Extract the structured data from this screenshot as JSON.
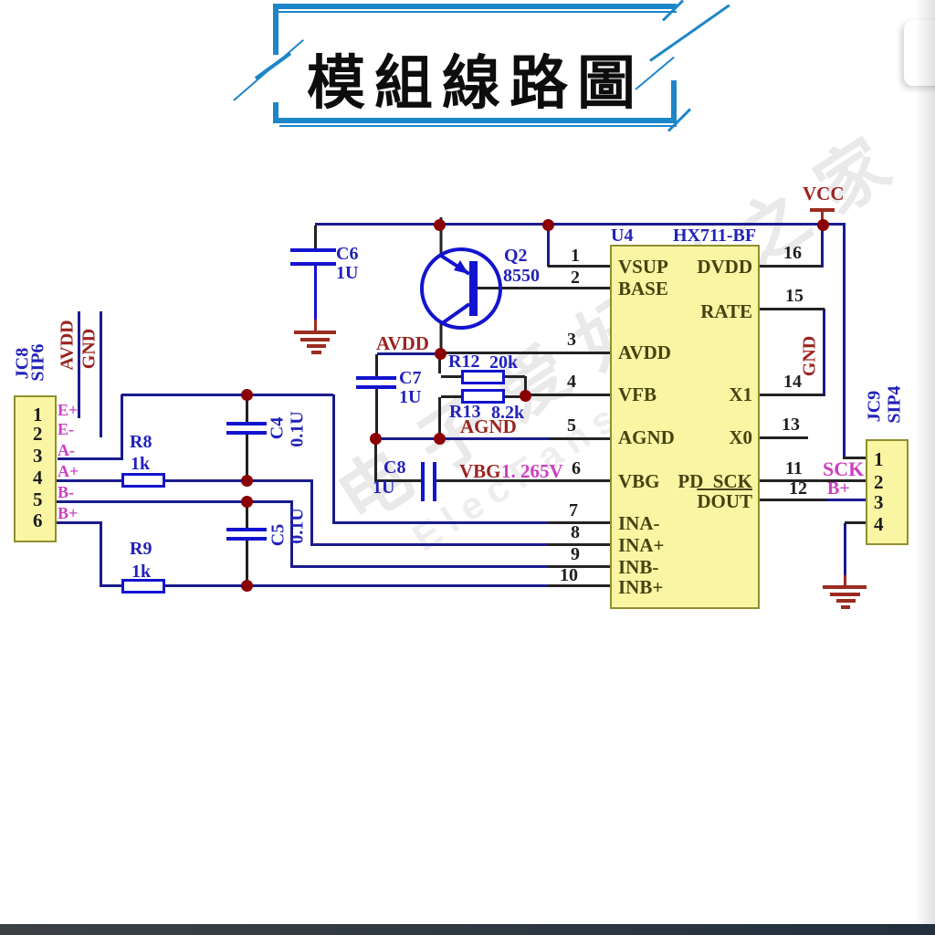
{
  "title": {
    "text": "模組線路圖"
  },
  "watermark": {
    "line1": "电子爱好者之家",
    "line2": "ElecFans/科技立"
  },
  "colors": {
    "accent_blue": "#1d86c8",
    "wire_navy": "#1b1b8e",
    "component_blue": "#1313cf",
    "net_red": "#9b2420",
    "magenta": "#cc3fc0",
    "ic_fill": "#f9f5a3",
    "junction_dot": "#8b0000"
  },
  "ic": {
    "ref": "U4",
    "part": "HX711-BF",
    "pins_left": [
      {
        "num": "1",
        "name": "VSUP"
      },
      {
        "num": "2",
        "name": "BASE"
      },
      {
        "num": "3",
        "name": "AVDD"
      },
      {
        "num": "4",
        "name": "VFB"
      },
      {
        "num": "5",
        "name": "AGND"
      },
      {
        "num": "6",
        "name": "VBG"
      },
      {
        "num": "7",
        "name": "INA-"
      },
      {
        "num": "8",
        "name": "INA+"
      },
      {
        "num": "9",
        "name": "INB-"
      },
      {
        "num": "10",
        "name": "INB+"
      }
    ],
    "pins_right": [
      {
        "num": "16",
        "name": "DVDD"
      },
      {
        "num": "15",
        "name": "RATE"
      },
      {
        "num": "14",
        "name": "X1"
      },
      {
        "num": "13",
        "name": "X0"
      },
      {
        "num": "11",
        "name": "PD_SCK",
        "net": "SCK"
      },
      {
        "num": "12",
        "name": "DOUT",
        "net": "B+"
      }
    ]
  },
  "transistor": {
    "ref": "Q2",
    "value": "8550"
  },
  "capacitors": {
    "c6": {
      "ref": "C6",
      "value": "1U"
    },
    "c7": {
      "ref": "C7",
      "value": "1U"
    },
    "c8": {
      "ref": "C8",
      "value": "1U"
    },
    "c4": {
      "ref": "C4",
      "value": "0.1U"
    },
    "c5": {
      "ref": "C5",
      "value": "0.1U"
    }
  },
  "resistors": {
    "r8": {
      "ref": "R8",
      "value": "1k"
    },
    "r9": {
      "ref": "R9",
      "value": "1k"
    },
    "r12": {
      "ref": "R12",
      "value": "20k"
    },
    "r13": {
      "ref": "R13",
      "value": "8.2k"
    }
  },
  "jc8": {
    "ref": "JC8",
    "type": "SIP6",
    "rail1": "AVDD",
    "rail2": "GND",
    "pins": [
      {
        "num": "1",
        "net": "E+"
      },
      {
        "num": "2",
        "net": "E-"
      },
      {
        "num": "3",
        "net": "A-"
      },
      {
        "num": "4",
        "net": "A+"
      },
      {
        "num": "5",
        "net": "B-"
      },
      {
        "num": "6",
        "net": "B+"
      }
    ]
  },
  "jc9": {
    "ref": "JC9",
    "type": "SIP4",
    "pins": [
      {
        "num": "1"
      },
      {
        "num": "2"
      },
      {
        "num": "3"
      },
      {
        "num": "4"
      }
    ]
  },
  "nets": {
    "vcc": "VCC",
    "avdd": "AVDD",
    "agnd": "AGND",
    "vbg": "VBG",
    "vbg_value": "1. 265V",
    "gnd": "GND"
  }
}
